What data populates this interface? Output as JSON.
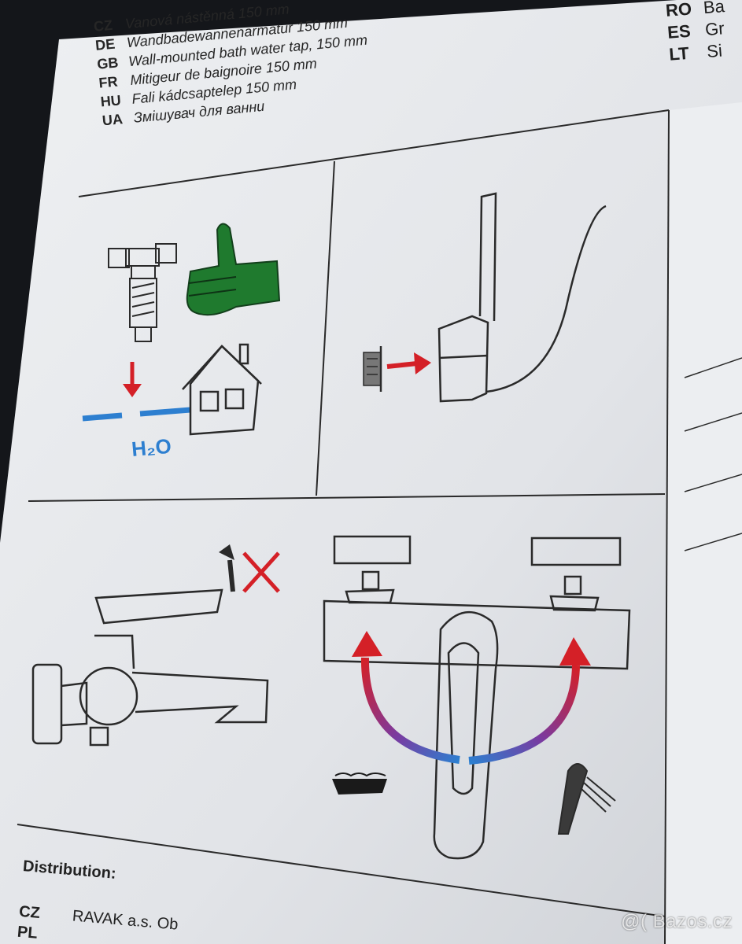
{
  "languages": [
    {
      "code": "CZ",
      "name": "Vanová nástěnná 150 mm"
    },
    {
      "code": "DE",
      "name": "Wandbadewannenarmatur 150 mm"
    },
    {
      "code": "GB",
      "name": "Wall-mounted bath water tap, 150 mm"
    },
    {
      "code": "FR",
      "name": "Mitigeur de baignoire 150 mm"
    },
    {
      "code": "HU",
      "name": "Fali kádcsaptelep 150 mm"
    },
    {
      "code": "UA",
      "name": "Змішувач для ванни"
    }
  ],
  "languages_right": [
    {
      "code": "RO",
      "name": "Ba"
    },
    {
      "code": "ES",
      "name": "Gr"
    },
    {
      "code": "LT",
      "name": "Si"
    }
  ],
  "pictograms": {
    "water_label": "H₂O"
  },
  "distribution": {
    "title": "Distribution:",
    "rows": [
      {
        "code": "CZ",
        "text": "RAVAK a.s.  Ob"
      },
      {
        "code": "PL",
        "text": ""
      }
    ]
  },
  "watermark": "@( Bazos.cz",
  "colors": {
    "paper": "#e4e6e9",
    "line": "#2a2a2a",
    "green": "#1f7a2e",
    "red": "#d42027",
    "blue": "#2d7fd0",
    "purple": "#7a3aa0"
  }
}
